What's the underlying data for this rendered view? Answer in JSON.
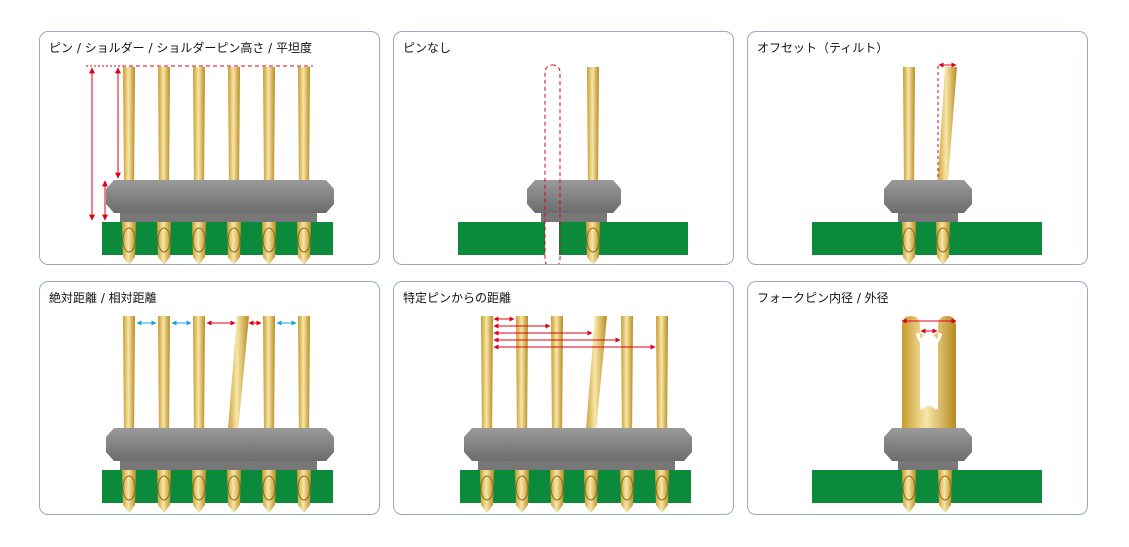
{
  "panels": [
    {
      "id": "p1",
      "title": "ピン / ショルダー / ショルダーピン高さ / 平坦度"
    },
    {
      "id": "p2",
      "title": "ピンなし"
    },
    {
      "id": "p3",
      "title": "オフセット（ティルト）"
    },
    {
      "id": "p4",
      "title": "絶対距離 / 相対距離"
    },
    {
      "id": "p5",
      "title": "特定ピンからの距離"
    },
    {
      "id": "p6",
      "title": "フォークピン内径 / 外径"
    }
  ],
  "colors": {
    "pin_gold": "#d9b24a",
    "pin_highlight": "#f7e7a8",
    "housing_gray": "#808080",
    "pcb_green": "#0a8a3a",
    "measure_red": "#e0001a",
    "measure_blue": "#1aa3d9",
    "panel_border": "#9aa9c8"
  }
}
